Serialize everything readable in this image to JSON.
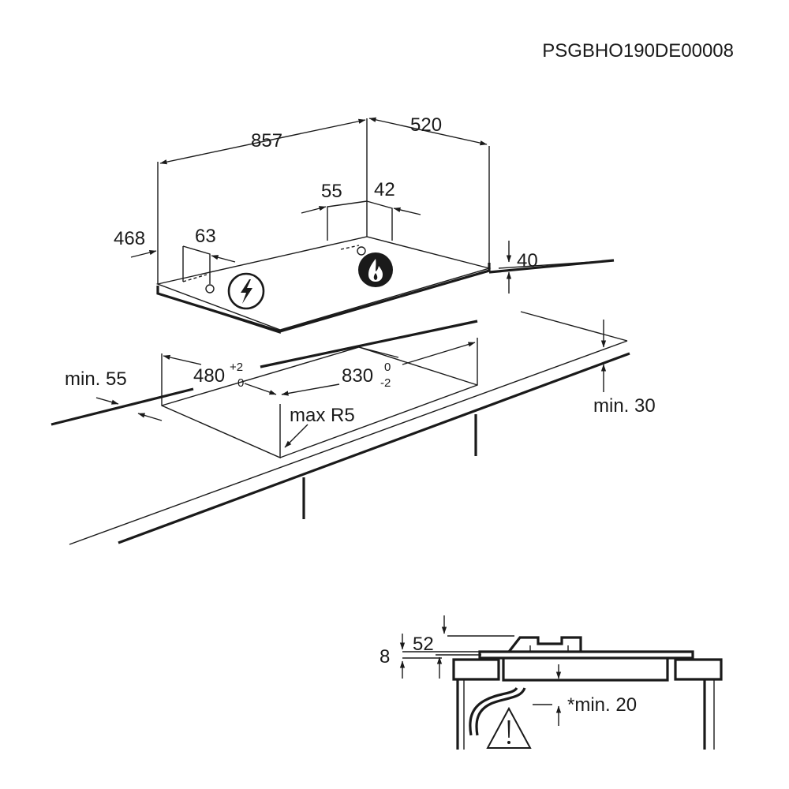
{
  "diagram_code": "PSGBHO190DE00008",
  "dimensions": {
    "width": "857",
    "depth": "520",
    "left_offset": "468",
    "left_inner": "63",
    "center_left": "55",
    "center_right": "42",
    "height": "40",
    "cutout_depth": "480",
    "cutout_depth_tol_upper": "+2",
    "cutout_depth_tol_lower": "0",
    "cutout_width": "830",
    "cutout_width_tol_upper": "0",
    "cutout_width_tol_lower": "-2",
    "edge_distance": "min. 55",
    "wall_distance": "min. 30",
    "corner_radius": "max R5",
    "section_top": "8",
    "section_depth": "52",
    "below_clearance": "*min. 20"
  },
  "icons": {
    "electric_symbol": "lightning-bolt",
    "gas_symbol": "flame",
    "warning_symbol": "exclamation-triangle"
  }
}
